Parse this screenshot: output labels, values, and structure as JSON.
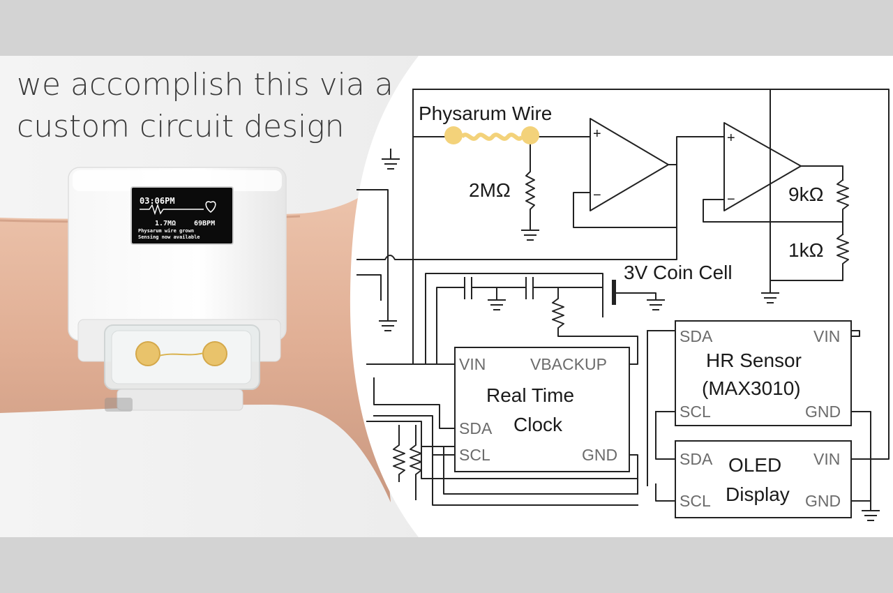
{
  "caption": {
    "line1": "we accomplish this via a",
    "line2": "custom circuit design"
  },
  "watch_display": {
    "time": "03:06PM",
    "resistance": "1.7MΩ",
    "bpm": "69BPM",
    "status_line1": "Physarum wire grown",
    "status_line2": "Sensing now available"
  },
  "schematic": {
    "physarum_wire": "Physarum Wire",
    "r_2m": "2MΩ",
    "r_9k": "9kΩ",
    "r_1k": "1kΩ",
    "coin_cell": "3V Coin Cell",
    "opamp_plus": "+",
    "opamp_minus": "−",
    "rtc": {
      "vin": "VIN",
      "vbackup": "VBACKUP",
      "title1": "Real Time",
      "title2": "Clock",
      "sda": "SDA",
      "scl": "SCL",
      "gnd": "GND"
    },
    "hr": {
      "sda": "SDA",
      "vin": "VIN",
      "title1": "HR Sensor",
      "title2": "(MAX3010)",
      "scl": "SCL",
      "gnd": "GND"
    },
    "oled": {
      "sda": "SDA",
      "title1": "OLED",
      "title2": "Display",
      "vin": "VIN",
      "scl": "SCL",
      "gnd": "GND"
    }
  },
  "colors": {
    "slide_bg": "#f1f1f1",
    "band": "#d3d3d3",
    "physarum": "#f3d27a",
    "pin_label": "#6b6b6b",
    "skin": "#e3b49c"
  }
}
